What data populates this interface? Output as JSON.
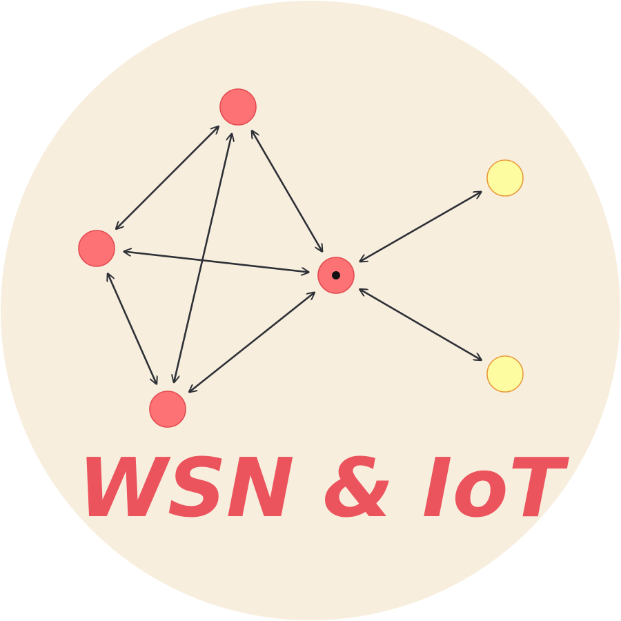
{
  "logo": {
    "title": "WSN & IoT"
  },
  "colors": {
    "background_disc": "#f8eede",
    "node_fill": "#fd7275",
    "node_stroke": "#e34a50",
    "sink_fill": "#fd7275",
    "sink_dot": "#111111",
    "sensor_fill": "#fefca0",
    "sensor_stroke": "#e99a3a",
    "edge": "#2d3036",
    "text": "#eb535d"
  },
  "network": {
    "nodes": [
      {
        "id": "top",
        "kind": "peer"
      },
      {
        "id": "left",
        "kind": "peer"
      },
      {
        "id": "bottom",
        "kind": "peer"
      },
      {
        "id": "sink",
        "kind": "sink"
      },
      {
        "id": "upper-right",
        "kind": "sensor"
      },
      {
        "id": "lower-right",
        "kind": "sensor"
      }
    ],
    "links": [
      {
        "from": "top",
        "to": "left",
        "direction": "both"
      },
      {
        "from": "top",
        "to": "bottom",
        "direction": "both"
      },
      {
        "from": "top",
        "to": "sink",
        "direction": "both"
      },
      {
        "from": "left",
        "to": "sink",
        "direction": "both"
      },
      {
        "from": "left",
        "to": "bottom",
        "direction": "both"
      },
      {
        "from": "bottom",
        "to": "sink",
        "direction": "both"
      },
      {
        "from": "sink",
        "to": "upper-right",
        "direction": "both"
      },
      {
        "from": "sink",
        "to": "lower-right",
        "direction": "both"
      }
    ]
  }
}
